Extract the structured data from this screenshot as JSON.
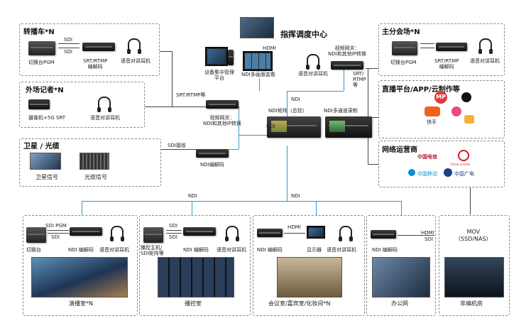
{
  "center": {
    "title": "指挥调度中心",
    "hdmi": "HDMI",
    "mgmt": "设备集中管理\n平台",
    "multiview": "NDI多画面监看",
    "intercom": "语音对讲耳机",
    "gateway": "视频网关：\nNDI和其他IP转换",
    "srt": "SRT/\nRTMP\n等",
    "ndi": "NDI",
    "matrix": "NDI矩阵（总控）",
    "recorder": "NDI多通道录制"
  },
  "obvan": {
    "title": "转播车*N",
    "sdi1": "SDI",
    "sdi2": "SDI",
    "switcher": "切换台PGM",
    "encoder": "SRT/RTMP\n编解码",
    "intercom": "语音对讲耳机"
  },
  "reporter": {
    "title": "外场记者*N",
    "camera": "摄像机+5G SRT",
    "intercom": "语音对讲耳机"
  },
  "left_gateway": {
    "srt": "SRT/RTMP等",
    "label": "视频网关：\nNDI和其他IP转换"
  },
  "satellite": {
    "title": "卫星 / 光缆",
    "sdi": "SDI接收",
    "sat": "卫星信号",
    "fiber": "光缆信号",
    "encoder": "NDI编解码"
  },
  "branch": {
    "title": "主分会场*N",
    "switcher": "切换台PGM",
    "encoder": "SRT/RTMP\n编解码",
    "intercom": "语音对讲耳机"
  },
  "platform": {
    "title": "直播平台/APP/云制作等",
    "kuaishou": "快手",
    "mp": "MP"
  },
  "isp": {
    "title": "网络运营商",
    "telecom": "中国电信",
    "unicom": "China unicom",
    "mobile": "中国移动",
    "broadcast": "中国广电"
  },
  "bus": {
    "ndi1": "NDI",
    "ndi2": "NDI",
    "ndi3": "NDI"
  },
  "studio": {
    "title": "演播室*N",
    "sdipgm": "SDI PGM",
    "sdi": "SDI",
    "switcher": "切换台",
    "encoder": "NDI 编解码",
    "intercom": "语音对讲耳机"
  },
  "control": {
    "title": "播控室",
    "sdi1": "SDI",
    "sdi2": "SDI",
    "main": "播控主机/\nSDI矩阵等",
    "encoder": "NDI 编解码",
    "intercom": "语音对讲耳机"
  },
  "meeting": {
    "title": "会议室/嘉宾室/化妆间*N",
    "hdmi": "HDMI",
    "encoder": "NDI 编解码",
    "display": "显示器",
    "intercom": "语音对讲耳机"
  },
  "office": {
    "title": "办公网",
    "hdmi": "HDMI",
    "sdi": "SDI",
    "encoder": "NDI 编解码"
  },
  "edit": {
    "title": "非编机房",
    "mov": "MOV\n（SSD/NAS）"
  }
}
